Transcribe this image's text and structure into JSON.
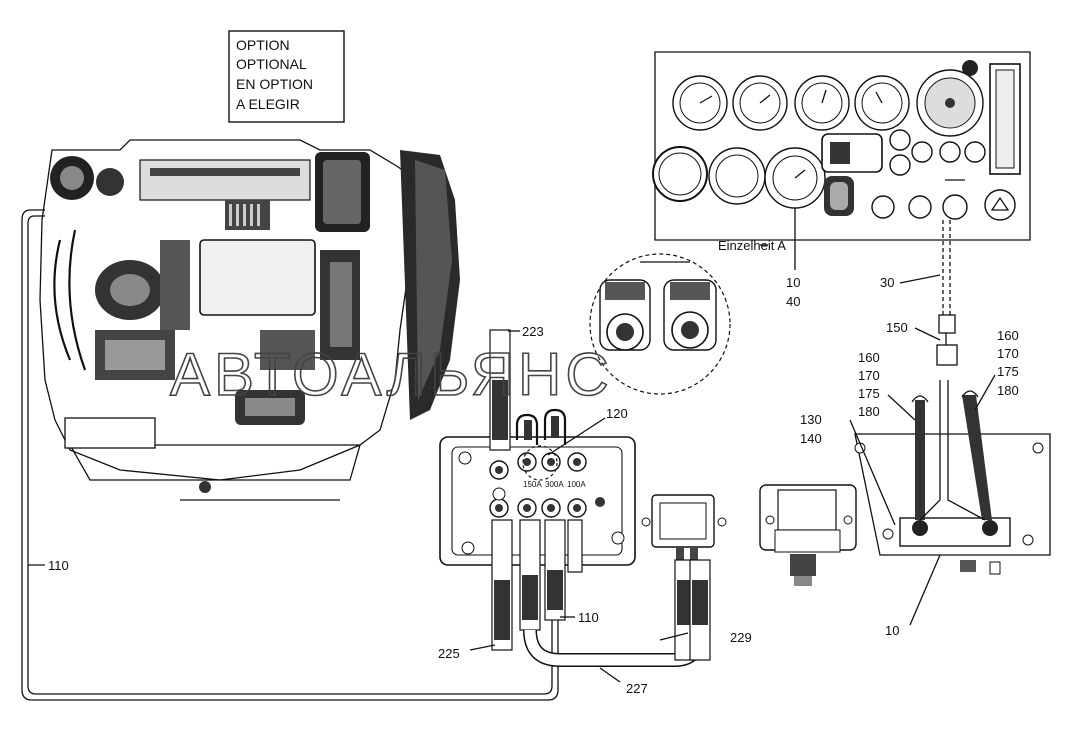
{
  "option_box": {
    "lines": [
      "OPTION",
      "OPTIONAL",
      "EN OPTION",
      "A ELEGIR"
    ]
  },
  "detail_label": "Einzelheit A",
  "watermark": "АВТОАЛЬЯНС",
  "callouts": {
    "c10_gauge": "10",
    "c40": "40",
    "c30": "30",
    "c150": "150",
    "c160_a": "160",
    "c170_a": "170",
    "c175_a": "175",
    "c180_a": "180",
    "c160_b": "160",
    "c170_b": "170",
    "c175_b": "175",
    "c180_b": "180",
    "c130": "130",
    "c140": "140",
    "c10_box": "10",
    "c120": "120",
    "c223": "223",
    "c110_left": "110",
    "c110_mid": "110",
    "c225": "225",
    "c227": "227",
    "c229": "229"
  },
  "fuse_labels": [
    "150A",
    "300A",
    "100A"
  ]
}
